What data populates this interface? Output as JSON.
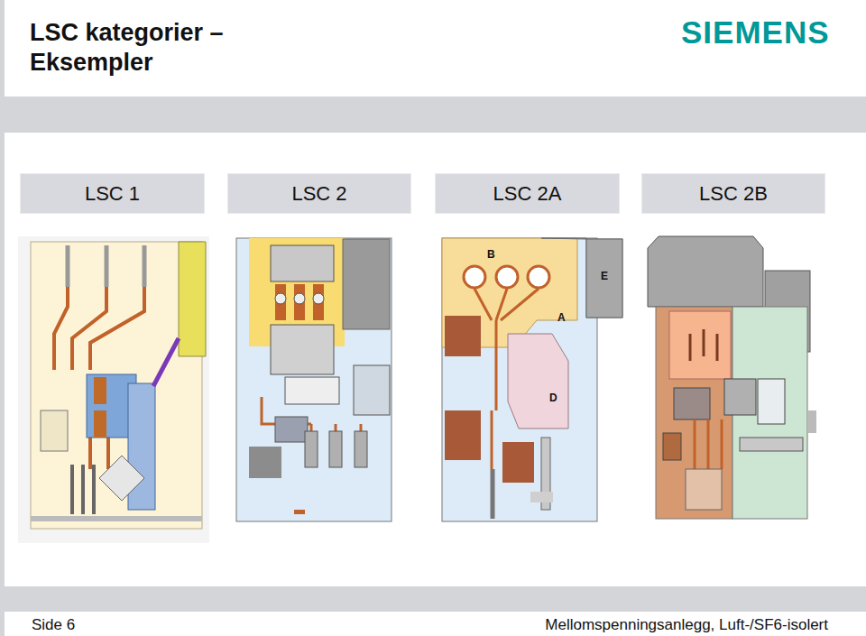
{
  "diagram": {
    "title": "LSC kategorier – Eksempler",
    "nodes": [
      {
        "text": [
          "LSC 1"
        ]
      },
      {
        "text": [
          "LSC 2"
        ]
      },
      {
        "text": [
          "LSC 2A"
        ]
      },
      {
        "text": [
          "LSC 2B"
        ]
      }
    ],
    "labels": [
      "SIEMENS",
      "B",
      "E",
      "A",
      "D",
      "Side 6",
      "Mellomspenningsanlegg, Luft-/SF6-isolert"
    ]
  }
}
